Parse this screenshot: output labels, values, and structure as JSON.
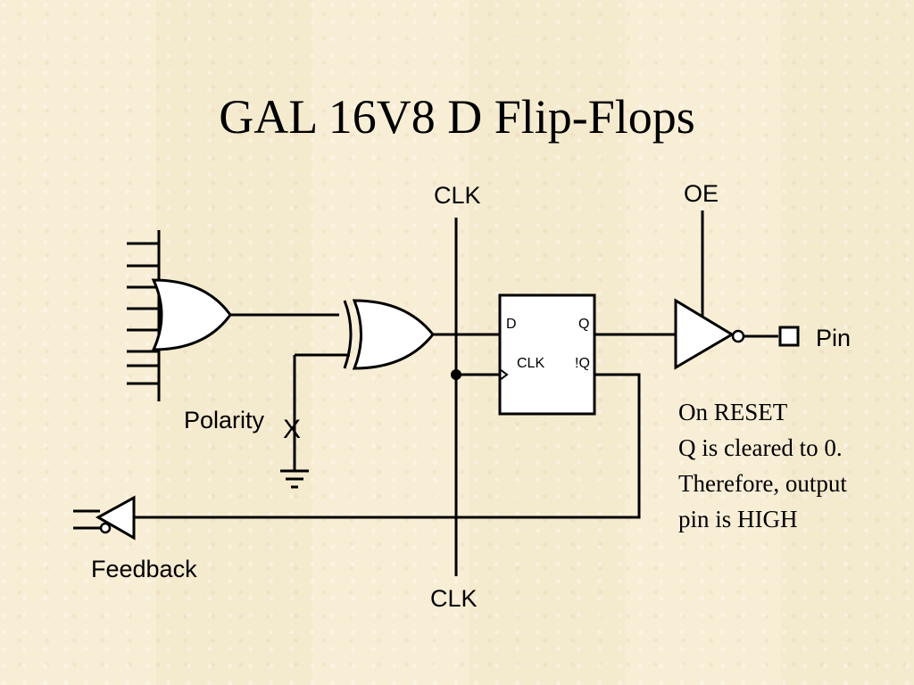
{
  "slide": {
    "title": "GAL 16V8 D Flip-Flops"
  },
  "diagram": {
    "clk_top_label": "CLK",
    "clk_bottom_label": "CLK",
    "oe_label": "OE",
    "pin_label": "Pin",
    "polarity_label": "Polarity",
    "polarity_fuse_mark": "X",
    "feedback_label": "Feedback",
    "flipflop": {
      "d_label": "D",
      "q_label": "Q",
      "clk_label": "CLK",
      "qbar_label": "!Q"
    }
  },
  "note": {
    "lines": [
      "On RESET",
      "Q is cleared to 0.",
      "Therefore, output",
      "pin is HIGH"
    ]
  }
}
